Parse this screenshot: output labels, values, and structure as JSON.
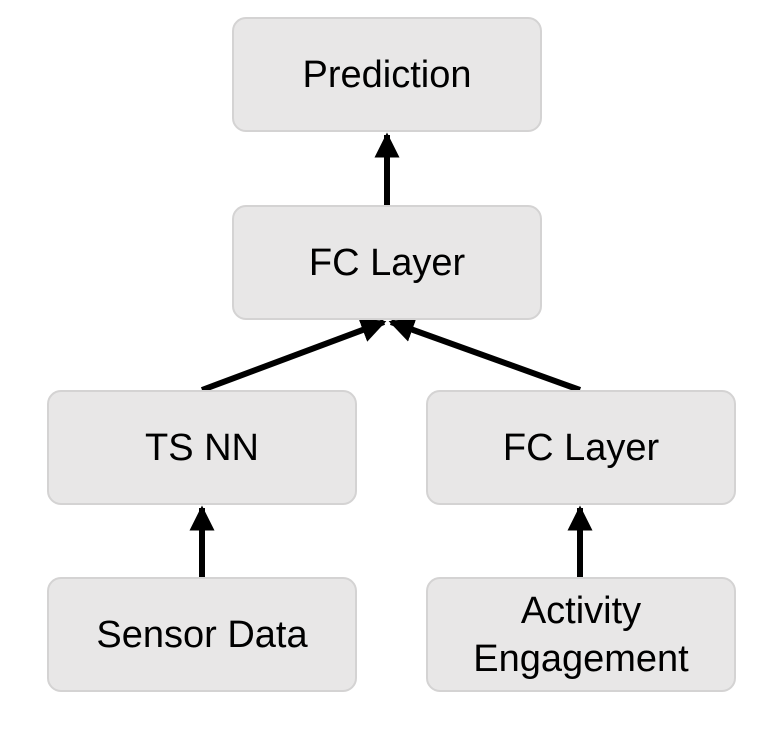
{
  "nodes": {
    "prediction": "Prediction",
    "fc_top": "FC Layer",
    "ts_nn": "TS NN",
    "fc_right": "FC Layer",
    "sensor_data": "Sensor Data",
    "activity_line1": "Activity",
    "activity_line2": "Engagement"
  },
  "colors": {
    "node_fill": "#e8e7e7",
    "node_border": "#d4d3d3",
    "arrow": "#000000"
  }
}
